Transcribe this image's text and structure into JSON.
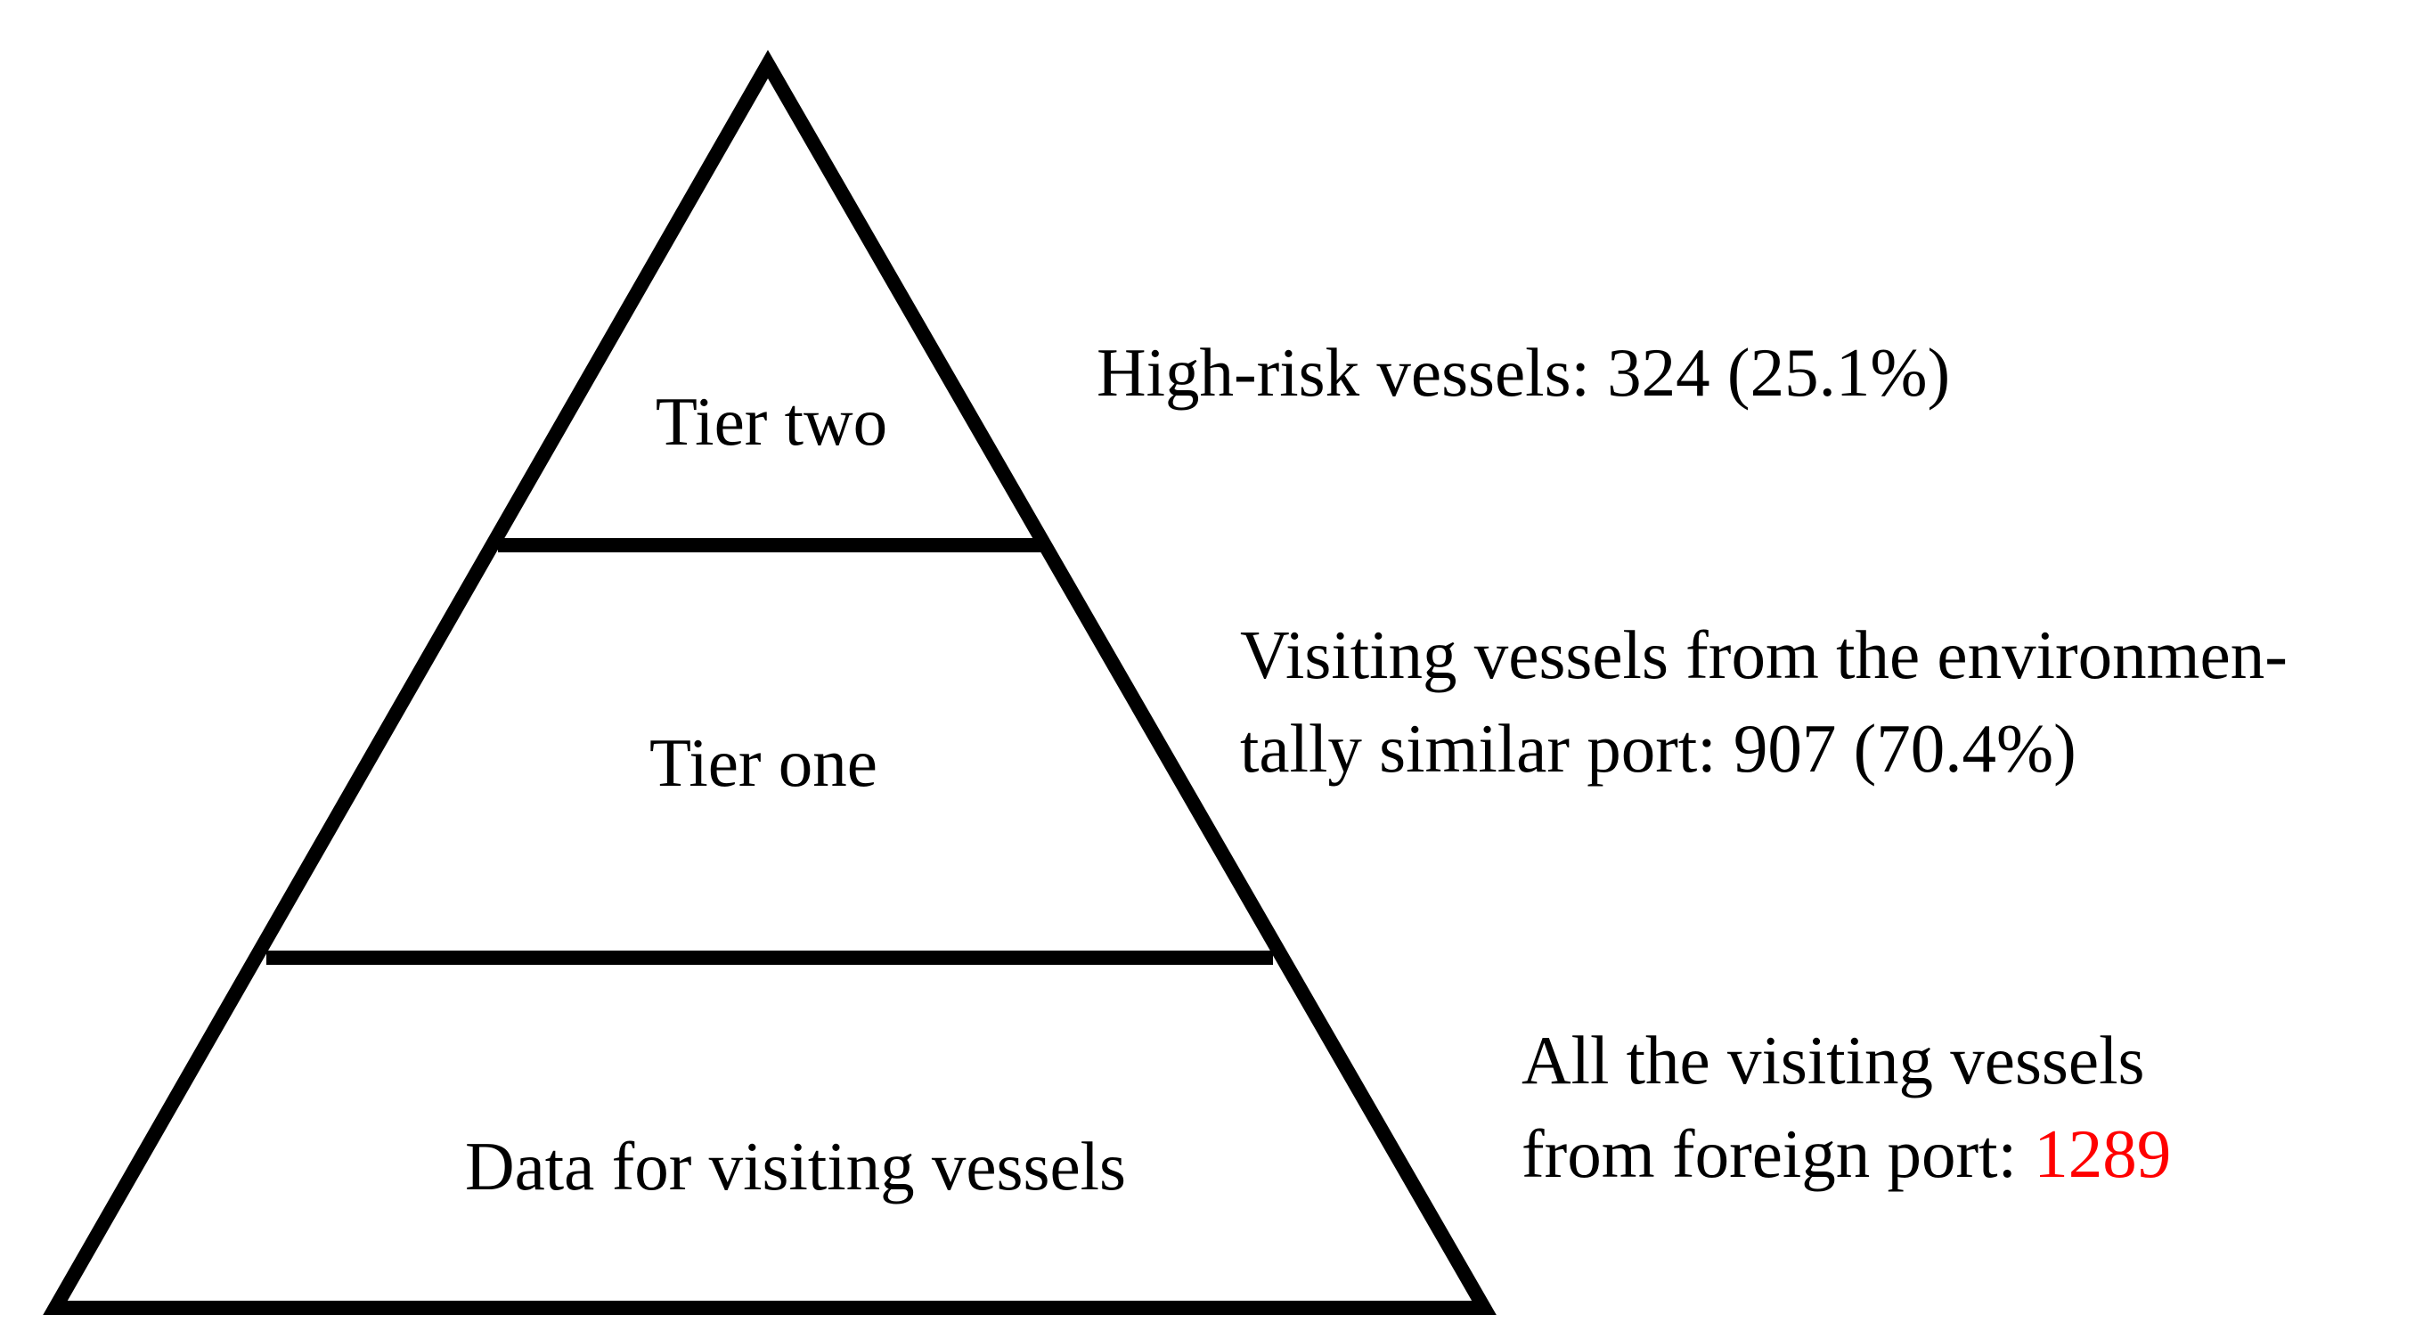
{
  "pyramid": {
    "tiers": [
      {
        "id": "tier-two",
        "label": "Tier two"
      },
      {
        "id": "tier-one",
        "label": "Tier one"
      },
      {
        "id": "base",
        "label": "Data for visiting vessels"
      }
    ]
  },
  "annotations": {
    "tier_two": "High-risk vessels: 324 (25.1%)",
    "tier_one": {
      "line1": "Visiting vessels from the environmen-",
      "line2": "tally similar port: 907 (70.4%)"
    },
    "base": {
      "line1_words": [
        "All",
        "the",
        "visiting",
        "vessels"
      ],
      "line2_prefix": "from foreign port: ",
      "line2_value": "1289"
    }
  },
  "colors": {
    "stroke": "#000000",
    "highlight": "#ff0000",
    "background": "#ffffff"
  }
}
